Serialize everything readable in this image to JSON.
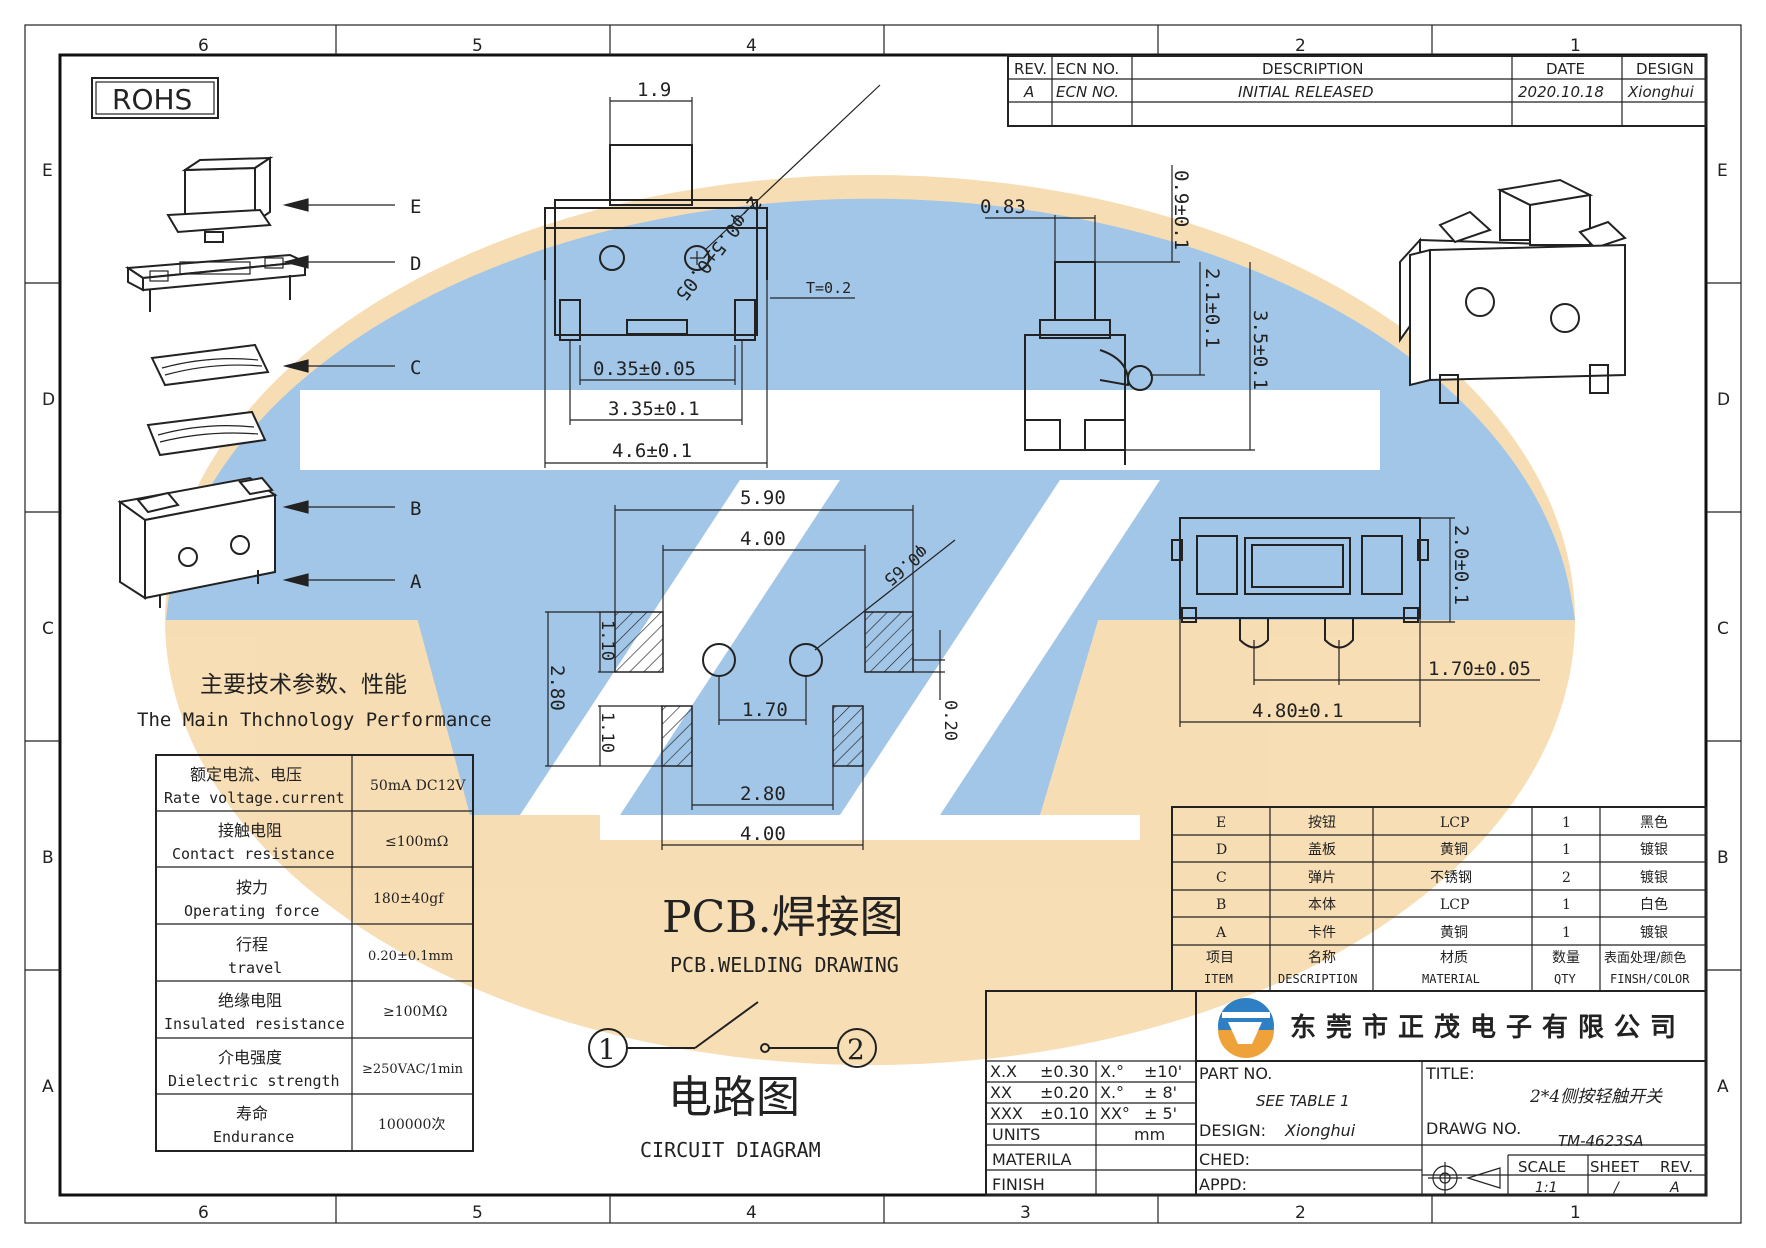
{
  "grid": {
    "cols_top": [
      "6",
      "5",
      "4",
      "3",
      "2",
      "1"
    ],
    "rows": [
      "E",
      "D",
      "C",
      "B",
      "A"
    ]
  },
  "rohs": "ROHS",
  "revision": {
    "headers": [
      "REV.",
      "ECN NO.",
      "DESCRIPTION",
      "DATE",
      "DESIGN"
    ],
    "row": [
      "A",
      "ECN NO.",
      "INITIAL RELEASED",
      "2020.10.18",
      "Xionghui"
    ]
  },
  "parts_callouts": [
    "E",
    "D",
    "C",
    "B",
    "A"
  ],
  "dims": {
    "d1_9": "1.9",
    "hole": "2-φ0.5±0.05",
    "t": "T=0.2",
    "d035": "0.35±0.05",
    "d335": "3.35±0.1",
    "d46": "4.6±0.1",
    "d083": "0.83",
    "d09": "0.9±0.1",
    "d21": "2.1±0.1",
    "d35": "3.5±0.1",
    "d590": "5.90",
    "d400a": "4.00",
    "d110a": "1.10",
    "d280v": "2.80",
    "d110b": "1.10",
    "phi065": "φ0.65",
    "d170": "1.70",
    "d020": "0.20",
    "d280h": "2.80",
    "d400b": "4.00",
    "d20": "2.0±0.1",
    "d170b": "1.70±0.05",
    "d48": "4.80±0.1"
  },
  "specs": {
    "title_cn": "主要技术参数、性能",
    "title_en": "The Main Thchnology Performance",
    "rows": [
      {
        "cn": "额定电流、电压",
        "en": "Rate voltage.current",
        "val": "50mA DC12V"
      },
      {
        "cn": "接触电阻",
        "en": "Contact resistance",
        "val": "≤100mΩ"
      },
      {
        "cn": "按力",
        "en": "Operating force",
        "val": "180±40gf"
      },
      {
        "cn": "行程",
        "en": "travel",
        "val": "0.20±0.1mm"
      },
      {
        "cn": "绝缘电阻",
        "en": "Insulated resistance",
        "val": "≥100MΩ"
      },
      {
        "cn": "介电强度",
        "en": "Dielectric strength",
        "val": "≥250VAC/1min"
      },
      {
        "cn": "寿命",
        "en": "Endurance",
        "val": "100000次"
      }
    ]
  },
  "pcb": {
    "cn": "PCB.焊接图",
    "en": "PCB.WELDING DRAWING"
  },
  "circuit": {
    "cn": "电路图",
    "en": "CIRCUIT DIAGRAM",
    "n1": "1",
    "n2": "2"
  },
  "bom": {
    "rows": [
      [
        "E",
        "按钮",
        "LCP",
        "1",
        "黑色"
      ],
      [
        "D",
        "盖板",
        "黄铜",
        "1",
        "镀银"
      ],
      [
        "C",
        "弹片",
        "不锈钢",
        "2",
        "镀银"
      ],
      [
        "B",
        "本体",
        "LCP",
        "1",
        "白色"
      ],
      [
        "A",
        "卡件",
        "黄铜",
        "1",
        "镀银"
      ]
    ],
    "header_cn": [
      "项目",
      "名称",
      "材质",
      "数量",
      "表面处理/颜色"
    ],
    "header_en": [
      "ITEM",
      "DESCRIPTION",
      "MATERIAL",
      "QTY",
      "FINSH/COLOR"
    ]
  },
  "titleblock": {
    "company": "东莞市正茂电子有限公司",
    "tol": [
      [
        "X.X",
        "±0.30",
        "X.°",
        "±10'"
      ],
      [
        "XX",
        "±0.20",
        "X.°",
        "± 8'"
      ],
      [
        "XXX",
        "±0.10",
        "XX°",
        "± 5'"
      ]
    ],
    "units_label": "UNITS",
    "units_val": "mm",
    "materila": "MATERILA",
    "finish": "FINISH",
    "part_no_label": "PART NO.",
    "part_no_val": "SEE TABLE 1",
    "design_label": "DESIGN:",
    "design_val": "Xionghui",
    "ched": "CHED:",
    "appd": "APPD:",
    "title_label": "TITLE:",
    "title_val": "2*4侧按轻触开关",
    "drawg_label": "DRAWG NO.",
    "drawg_val": "TM-4623SA",
    "scale_label": "SCALE",
    "scale_val": "1:1",
    "sheet_label": "SHEET",
    "sheet_val": "/",
    "rev_label": "REV.",
    "rev_val": "A"
  },
  "colors": {
    "watermark_blue": "#9ec3e6",
    "watermark_gold": "#f7dcb0"
  }
}
